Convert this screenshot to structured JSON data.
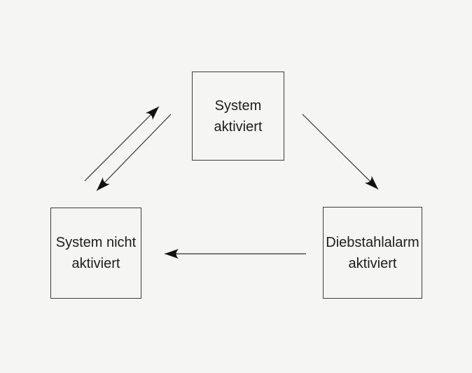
{
  "diagram": {
    "type": "state-diagram",
    "background_color": "#f5f5f3",
    "line_color": "#333333",
    "arrowhead_color": "#111111",
    "box_border_color": "#3d3d3d",
    "text_color": "#1c1c1c",
    "nodes": [
      {
        "id": "system-aktiviert",
        "label": "System aktiviert"
      },
      {
        "id": "system-nicht-aktiviert",
        "label": "System nicht aktiviert"
      },
      {
        "id": "diebstahlalarm-aktiviert",
        "label": "Diebstahlalarm aktiviert"
      }
    ],
    "edges": [
      {
        "from": "system-nicht-aktiviert",
        "to": "system-aktiviert",
        "direction": "up-right"
      },
      {
        "from": "system-aktiviert",
        "to": "system-nicht-aktiviert",
        "direction": "down-left"
      },
      {
        "from": "system-aktiviert",
        "to": "diebstahlalarm-aktiviert",
        "direction": "down-right"
      },
      {
        "from": "diebstahlalarm-aktiviert",
        "to": "system-nicht-aktiviert",
        "direction": "left"
      }
    ]
  }
}
